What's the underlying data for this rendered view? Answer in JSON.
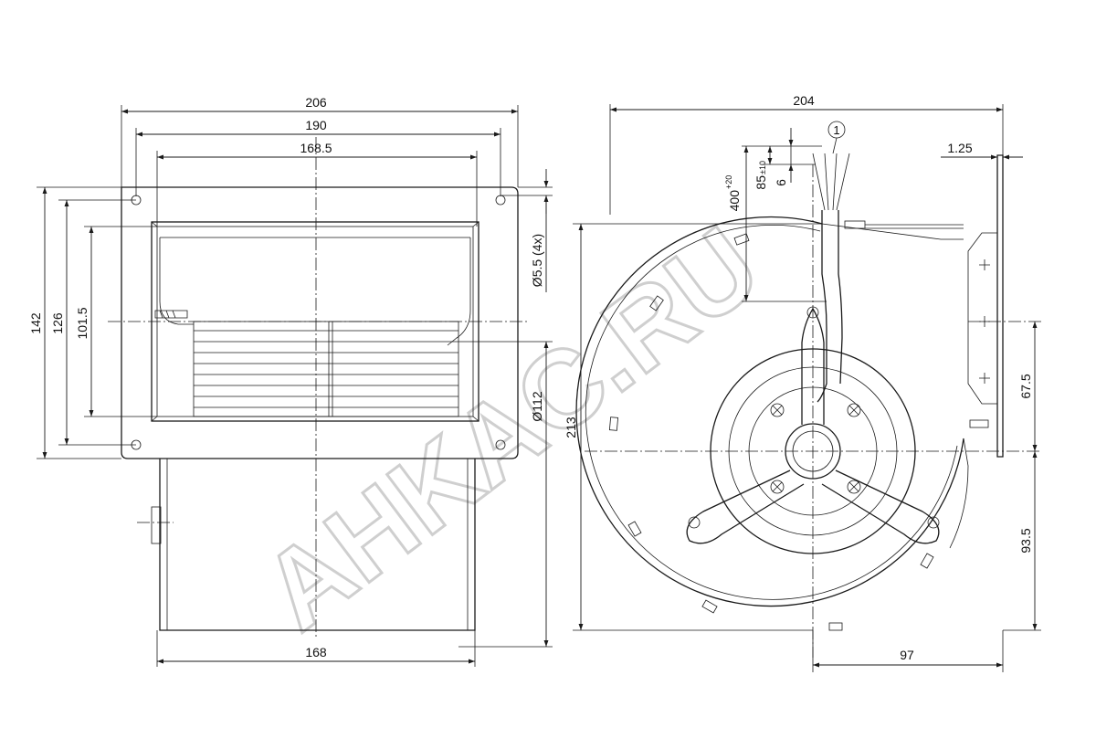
{
  "watermark": "AHKAC.RU",
  "left_view": {
    "dims": {
      "overall_width": "206",
      "hole_spacing": "190",
      "inner_width": "168.5",
      "bottom_width": "168",
      "height_142": "142",
      "height_126": "126",
      "height_101_5": "101.5",
      "hole_dia": "Ø5.5 (4x)",
      "outlet_dia": "Ø112"
    }
  },
  "right_view": {
    "dims": {
      "overall_width": "204",
      "thickness": "1.25",
      "cable_length": "400",
      "cable_length_tol": "+20",
      "strip_length": "85",
      "strip_tol": "±10",
      "strip_end": "6",
      "height": "213",
      "offset_97": "97",
      "height_67_5": "67.5",
      "height_93_5": "93.5"
    },
    "callout": "1"
  }
}
